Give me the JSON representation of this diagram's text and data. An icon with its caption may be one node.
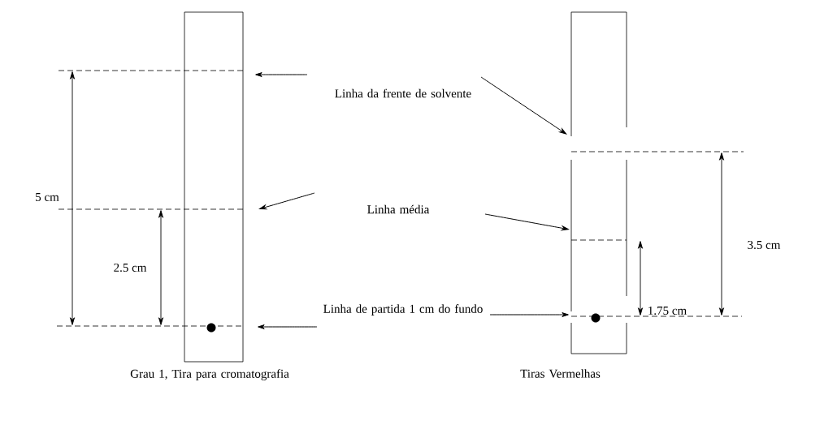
{
  "diagram": {
    "nodes": [
      {
        "text": [],
        "shape": "bar",
        "beside": [
          "Grau 1, Tira para cromatografia"
        ]
      },
      {
        "text": [],
        "shape": "bar",
        "beside": [
          "Tiras Vermelhas"
        ]
      },
      {
        "text": [
          "Linha da frente de solvente"
        ]
      },
      {
        "text": [
          "Linha média"
        ]
      },
      {
        "text": [
          "Linha de partida 1 cm do fundo"
        ]
      }
    ],
    "edges": [
      {
        "from": 2,
        "to": 0,
        "arrow": "to"
      },
      {
        "from": 2,
        "to": 1,
        "arrow": "to"
      },
      {
        "from": 3,
        "to": 0,
        "arrow": "to"
      },
      {
        "from": 3,
        "to": 1,
        "arrow": "to"
      },
      {
        "from": 4,
        "to": 0,
        "arrow": "to"
      },
      {
        "from": 4,
        "to": 1,
        "arrow": "to"
      }
    ],
    "labels": [
      "5 cm",
      "2.5 cm",
      "3.5 cm",
      "1.75 cm"
    ]
  }
}
